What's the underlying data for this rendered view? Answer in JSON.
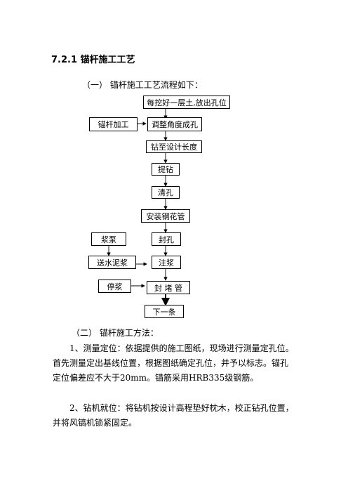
{
  "doc": {
    "section_title": "7.2.1 锚杆施工工艺",
    "intro": "（一）  锚杆施工工艺流程如下：",
    "flow": {
      "dig": "每挖好一层土,放出孔位",
      "process": "锚杆加工",
      "adjust": "调整角度成孔",
      "drill": "钻至设计长度",
      "lift": "提钻",
      "clean": "清孔",
      "install": "安装钢花管",
      "pump": "浆泵",
      "seal": "封孔",
      "send": "送水泥浆",
      "grout": "注浆",
      "stop": "停浆",
      "plug": "封 堵 管",
      "next": "下一条"
    },
    "method_title": "（二）  锚杆施工方法：",
    "p1": "1、测量定位：依据提供的施工图纸，现场进行测量定孔位。首先测量定出基线位置，根据图纸确定孔位，并予以标志。锚孔定位偏差应不大于20mm。锚筋采用HRB335级钢筋。",
    "p2": "2、钻机就位：将钻机按设计高程垫好枕木，校正钻孔位置，并将风镐机锁紧固定。"
  }
}
